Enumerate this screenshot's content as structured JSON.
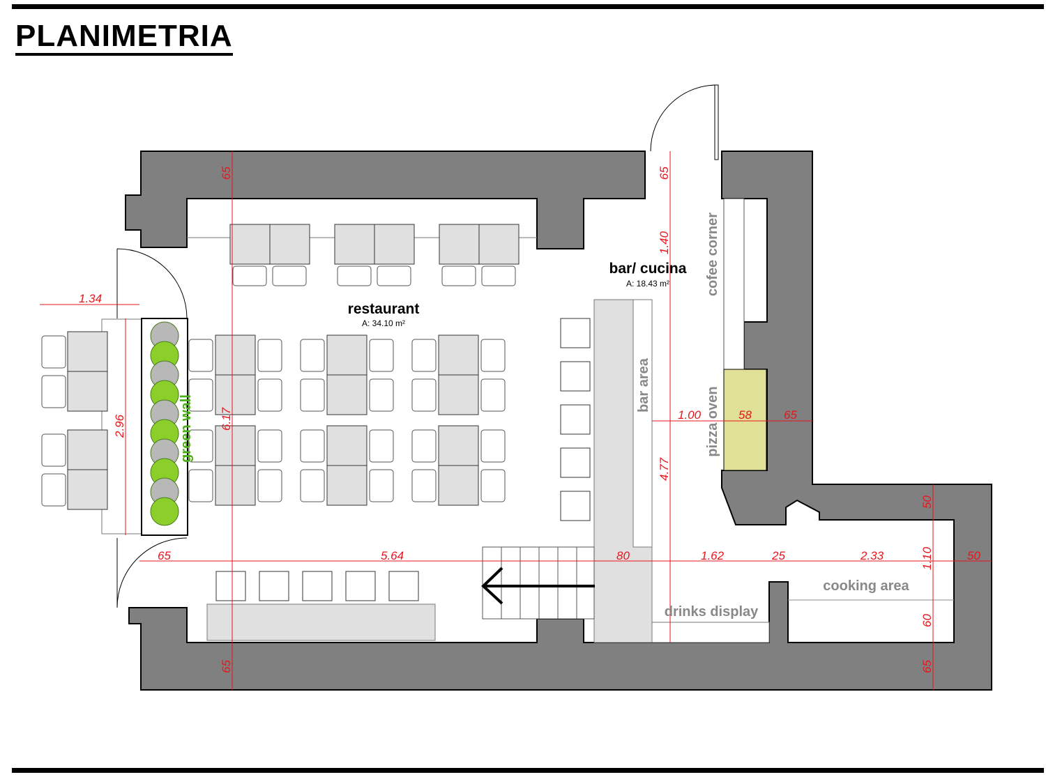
{
  "title": "PLANIMETRIA",
  "rooms": {
    "restaurant": {
      "name": "restaurant",
      "area": "A: 34.10 m²"
    },
    "bar": {
      "name": "bar/ cucina",
      "area": "A: 18.43 m²"
    }
  },
  "labels": {
    "cofee_corner": "cofee corner",
    "bar_area": "bar area",
    "pizza_oven": "pizza oven",
    "green_wall": "green wall",
    "drinks_display": "drinks display",
    "cooking_area": "cooking area"
  },
  "dimensions": {
    "top_wall_left": "65",
    "top_wall_right": "65",
    "bar_depth": "1.40",
    "ext_width": "1.34",
    "ext_length": "2.96",
    "room_depth": "6.17",
    "bar_length": "4.77",
    "oven_gap": "1.00",
    "oven_width": "58",
    "oven_wall": "65",
    "door_offset": "65",
    "restaurant_length": "5.64",
    "bar_width": "80",
    "drinks_length": "1.62",
    "pier": "25",
    "cooking_length": "2.33",
    "end_wall": "50",
    "kitchen_wall_top": "50",
    "kitchen_depth": "1.10",
    "counter_depth": "60",
    "bottom_wall_left": "65",
    "bottom_wall_right": "65"
  },
  "colors": {
    "wall": "#808080",
    "dimension": "#e8141c",
    "oven": "#e0e096",
    "furniture": "#e0e0e0",
    "green": "#4caf1a"
  }
}
